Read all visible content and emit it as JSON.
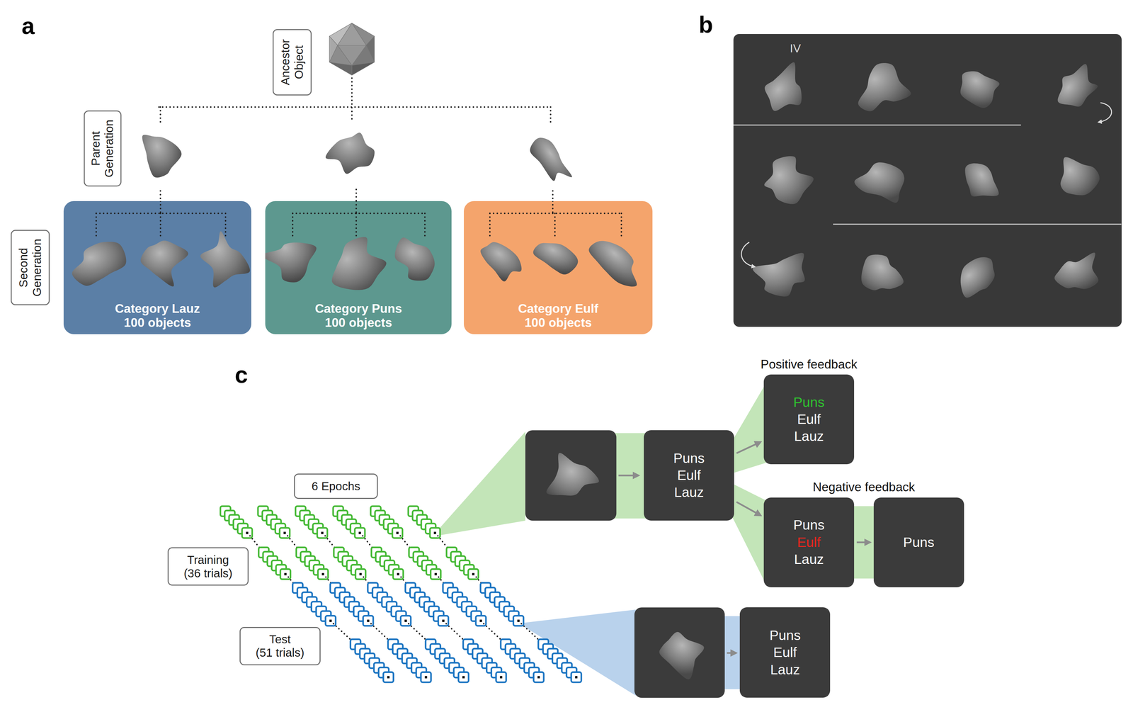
{
  "diagram": {
    "nodes": [
      {
        "text": [
          "Ancestor Object"
        ]
      },
      {
        "text": [
          "Parent Generation"
        ]
      },
      {
        "text": [
          "Second Generation"
        ]
      },
      {
        "text": [
          "Category Lauz",
          "100 objects"
        ]
      },
      {
        "text": [
          "Category Puns",
          "100 objects"
        ]
      },
      {
        "text": [
          "Category Eulf",
          "100 objects"
        ]
      },
      {
        "text": [
          "IV"
        ]
      },
      {
        "text": [
          "6 Epochs"
        ]
      },
      {
        "text": [
          "Puns",
          "Eulf",
          "Lauz"
        ]
      },
      {
        "text": [
          "Positive feedback",
          "Puns",
          "Eulf",
          "Lauz"
        ]
      },
      {
        "text": [
          "Training",
          "(36 trials)"
        ]
      },
      {
        "text": [
          "Negative feedback",
          "Puns",
          "Eulf",
          "Lauz"
        ]
      },
      {
        "text": [
          "Puns"
        ]
      },
      {
        "text": [
          "Test",
          "(51 trials)"
        ]
      },
      {
        "text": [
          "Puns",
          "Eulf",
          "Lauz"
        ]
      }
    ],
    "edges": [
      {
        "from": 8,
        "to": 9,
        "arrow": "to"
      },
      {
        "from": 8,
        "to": 11,
        "arrow": "to"
      },
      {
        "from": 11,
        "to": 12,
        "arrow": "to"
      }
    ],
    "labels": [
      "a",
      "b",
      "c"
    ]
  }
}
